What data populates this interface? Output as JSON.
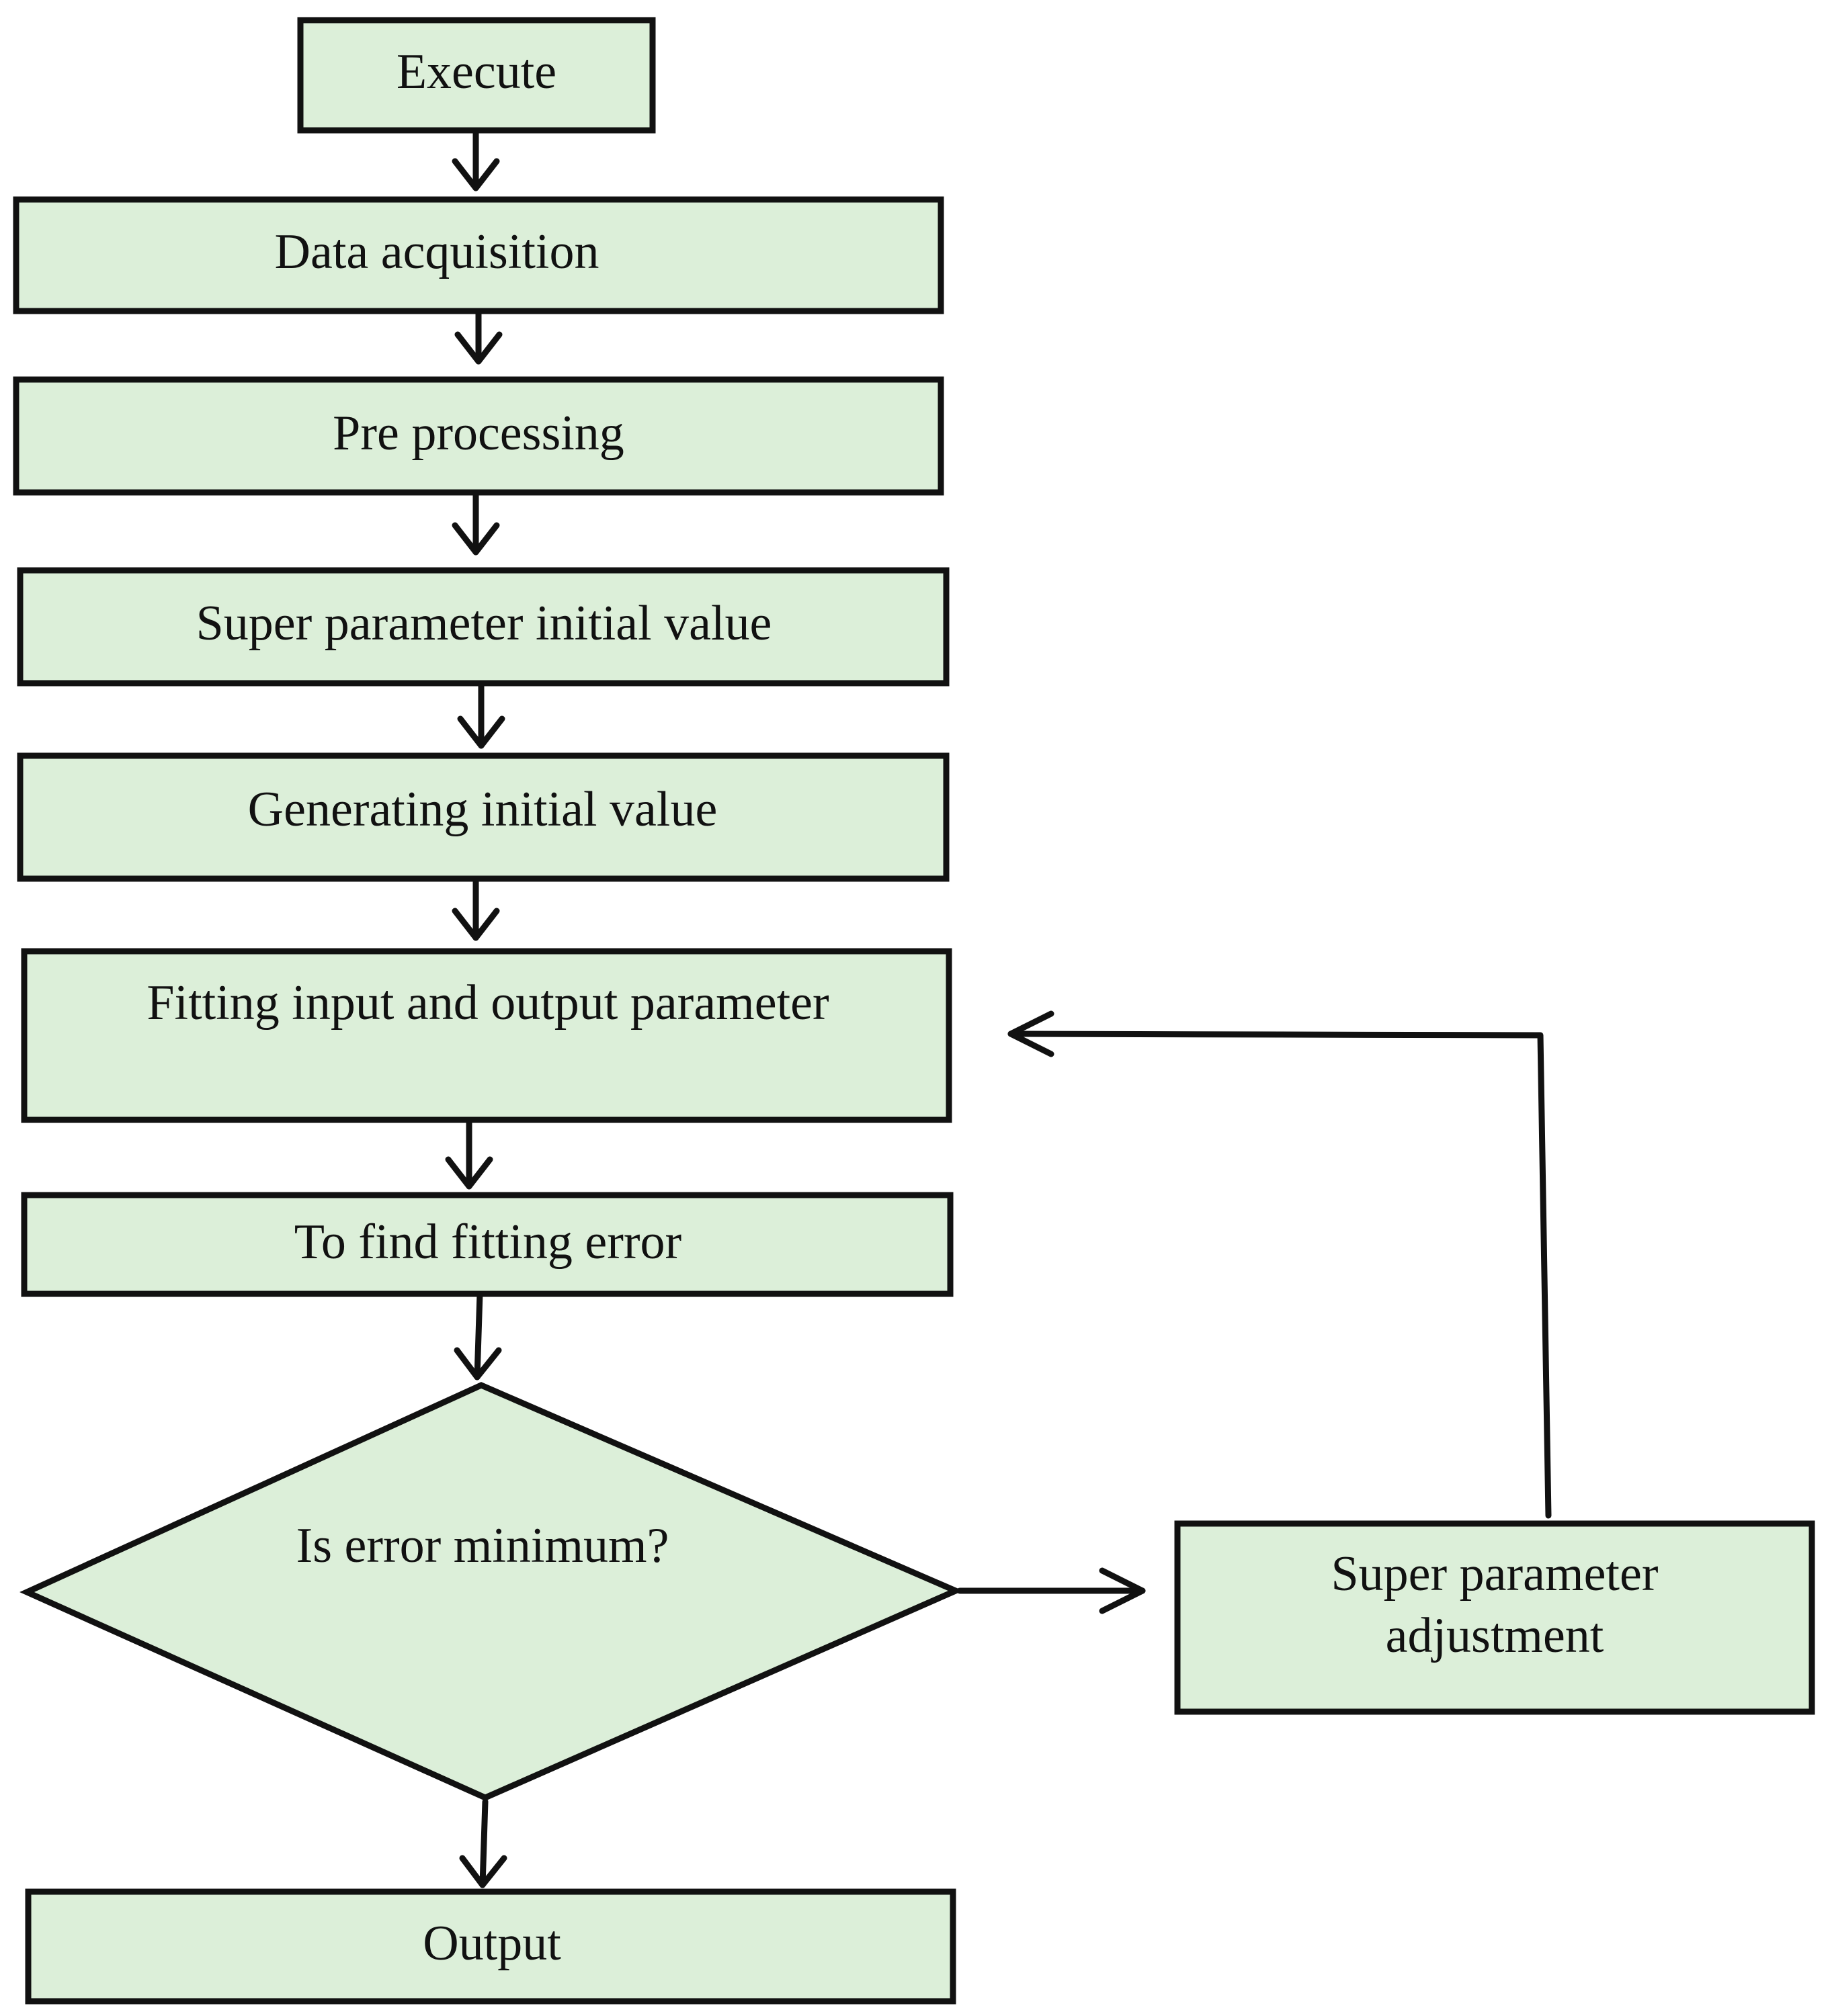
{
  "colors": {
    "node_fill": "#dcefd9",
    "stroke": "#111111",
    "background": "#ffffff"
  },
  "nodes": [
    {
      "id": "execute",
      "shape": "process",
      "lines": [
        "Execute"
      ]
    },
    {
      "id": "data-acquisition",
      "shape": "process",
      "lines": [
        "Data acquisition"
      ]
    },
    {
      "id": "pre-processing",
      "shape": "process",
      "lines": [
        "Pre processing"
      ]
    },
    {
      "id": "super-parameter-initial-value",
      "shape": "process",
      "lines": [
        "Super parameter initial value"
      ]
    },
    {
      "id": "generating-initial-value",
      "shape": "process",
      "lines": [
        "Generating initial value"
      ]
    },
    {
      "id": "fitting-input-output-parameter",
      "shape": "process",
      "lines": [
        "Fitting input and output parameter"
      ]
    },
    {
      "id": "find-fitting-error",
      "shape": "process",
      "lines": [
        "To find fitting error"
      ]
    },
    {
      "id": "is-error-minimum",
      "shape": "decision",
      "lines": [
        "Is error minimum?"
      ]
    },
    {
      "id": "super-parameter-adjustment",
      "shape": "process",
      "lines": [
        "Super parameter",
        "adjustment"
      ]
    },
    {
      "id": "output",
      "shape": "process",
      "lines": [
        "Output"
      ]
    }
  ],
  "edges": [
    {
      "from": "execute",
      "to": "data-acquisition"
    },
    {
      "from": "data-acquisition",
      "to": "pre-processing"
    },
    {
      "from": "pre-processing",
      "to": "super-parameter-initial-value"
    },
    {
      "from": "super-parameter-initial-value",
      "to": "generating-initial-value"
    },
    {
      "from": "generating-initial-value",
      "to": "fitting-input-output-parameter"
    },
    {
      "from": "fitting-input-output-parameter",
      "to": "find-fitting-error"
    },
    {
      "from": "find-fitting-error",
      "to": "is-error-minimum"
    },
    {
      "from": "is-error-minimum",
      "to": "super-parameter-adjustment"
    },
    {
      "from": "super-parameter-adjustment",
      "to": "fitting-input-output-parameter"
    },
    {
      "from": "is-error-minimum",
      "to": "output"
    }
  ]
}
